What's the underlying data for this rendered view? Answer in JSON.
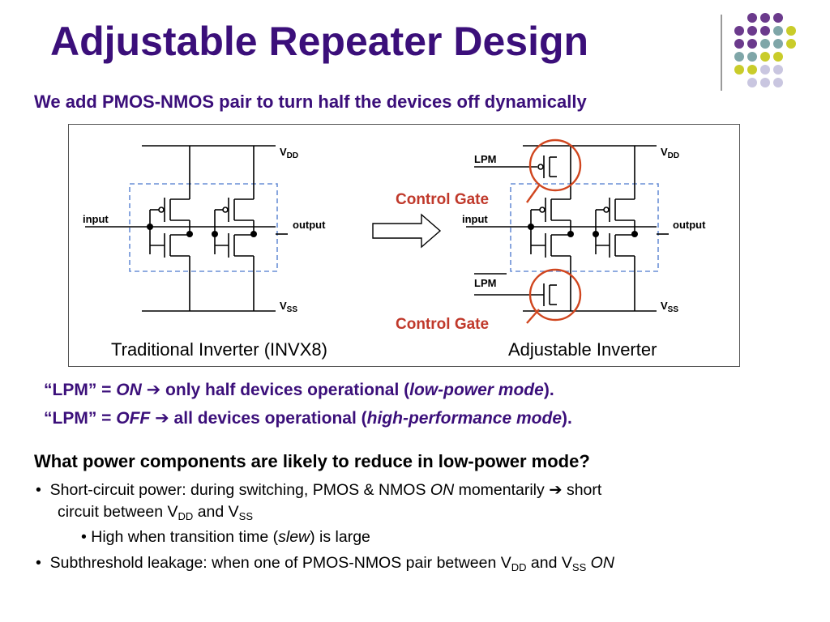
{
  "title": "Adjustable Repeater Design",
  "subtitle": "We add PMOS-NMOS pair to turn half the devices off dynamically",
  "figure": {
    "left_labels": {
      "vdd": "V",
      "vdd_sub": "DD",
      "vss": "V",
      "vss_sub": "SS",
      "input": "input",
      "output": "output"
    },
    "right_labels": {
      "vdd": "V",
      "vdd_sub": "DD",
      "vss": "V",
      "vss_sub": "SS",
      "input": "input",
      "output": "output",
      "lpm_top": "LPM",
      "lpm_bottom": "LPM"
    },
    "control_gate_top": "Control Gate",
    "control_gate_bottom": "Control Gate",
    "caption_left": "Traditional Inverter (INVX8)",
    "caption_right": "Adjustable Inverter",
    "colors": {
      "wire": "#000000",
      "box": "#6a8fd6",
      "highlight": "#d0461f",
      "control_gate_text": "#c0392b"
    }
  },
  "lpm_on": {
    "prefix": "“LPM” = ",
    "state": "ON",
    "arrow": "➔",
    "text": " only half devices operational (",
    "mode": "low-power mode",
    "suffix": ")."
  },
  "lpm_off": {
    "prefix": "“LPM” = ",
    "state": "OFF",
    "arrow": "➔",
    "text": " all devices operational (",
    "mode": "high-performance mode",
    "suffix": ")."
  },
  "question": "What power components are likely to reduce in low-power mode?",
  "bullets": {
    "b1_line1_a": "Short-circuit power: during switching, PMOS & NMOS ",
    "b1_line1_on": "ON",
    "b1_line1_b": " momentarily ",
    "b1_arrow": "➔",
    "b1_line1_c": " short",
    "b1_line2_a": "circuit between V",
    "b1_line2_dd": "DD",
    "b1_line2_and": " and V",
    "b1_line2_ss": "SS",
    "b2_a": "High when transition time (",
    "b2_slew": "slew",
    "b2_b": ") is large",
    "b3_a": "Subthreshold leakage: when one of PMOS-NMOS pair between V",
    "b3_dd": "DD",
    "b3_and": " and V",
    "b3_ss": "SS",
    "b3_on": "ON",
    "bullet_char": "•"
  },
  "theme": {
    "title_color": "#3b0f7a",
    "dot_purple": "#6b3a8c",
    "dot_teal": "#7fa6a8",
    "dot_yellow": "#c9cc2a",
    "dot_lavender": "#c9c6e0"
  }
}
